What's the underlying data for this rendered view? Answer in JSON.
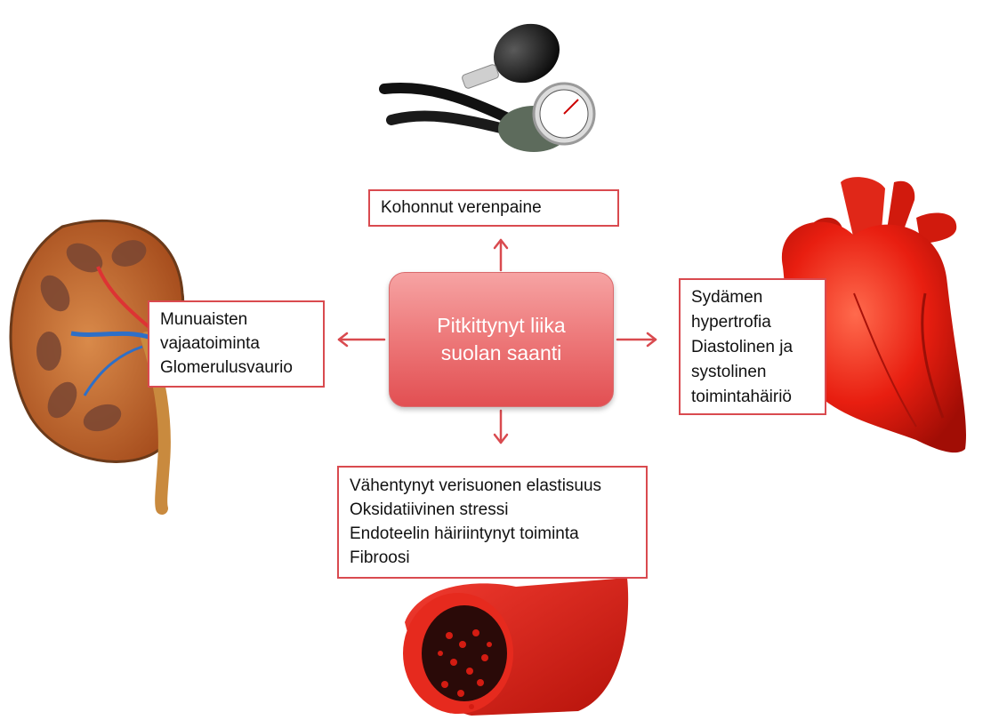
{
  "center": {
    "lines": [
      "Pitkittynyt liika",
      "suolan saanti"
    ]
  },
  "top_box": {
    "lines": [
      "Kohonnut verenpaine"
    ]
  },
  "left_box": {
    "lines": [
      "Munuaisten",
      "vajaatoiminta",
      "Glomerulusvaurio"
    ]
  },
  "right_box": {
    "lines": [
      "Sydämen",
      "hypertrofia",
      "Diastolinen ja",
      "systolinen",
      "toimintahäiriö"
    ]
  },
  "bottom_box": {
    "lines": [
      "Vähentynyt verisuonen elastisuus",
      "Oksidatiivinen stressi",
      "Endoteelin häiriintynyt toiminta",
      "Fibroosi"
    ]
  },
  "colors": {
    "box_border": "#d94a4f",
    "arrow": "#d94a4f",
    "center_fill": "#ee7c7d"
  },
  "images": [
    "blood-pressure-meter",
    "kidney-cross-section",
    "human-heart",
    "blood-vessel-cross-section"
  ]
}
